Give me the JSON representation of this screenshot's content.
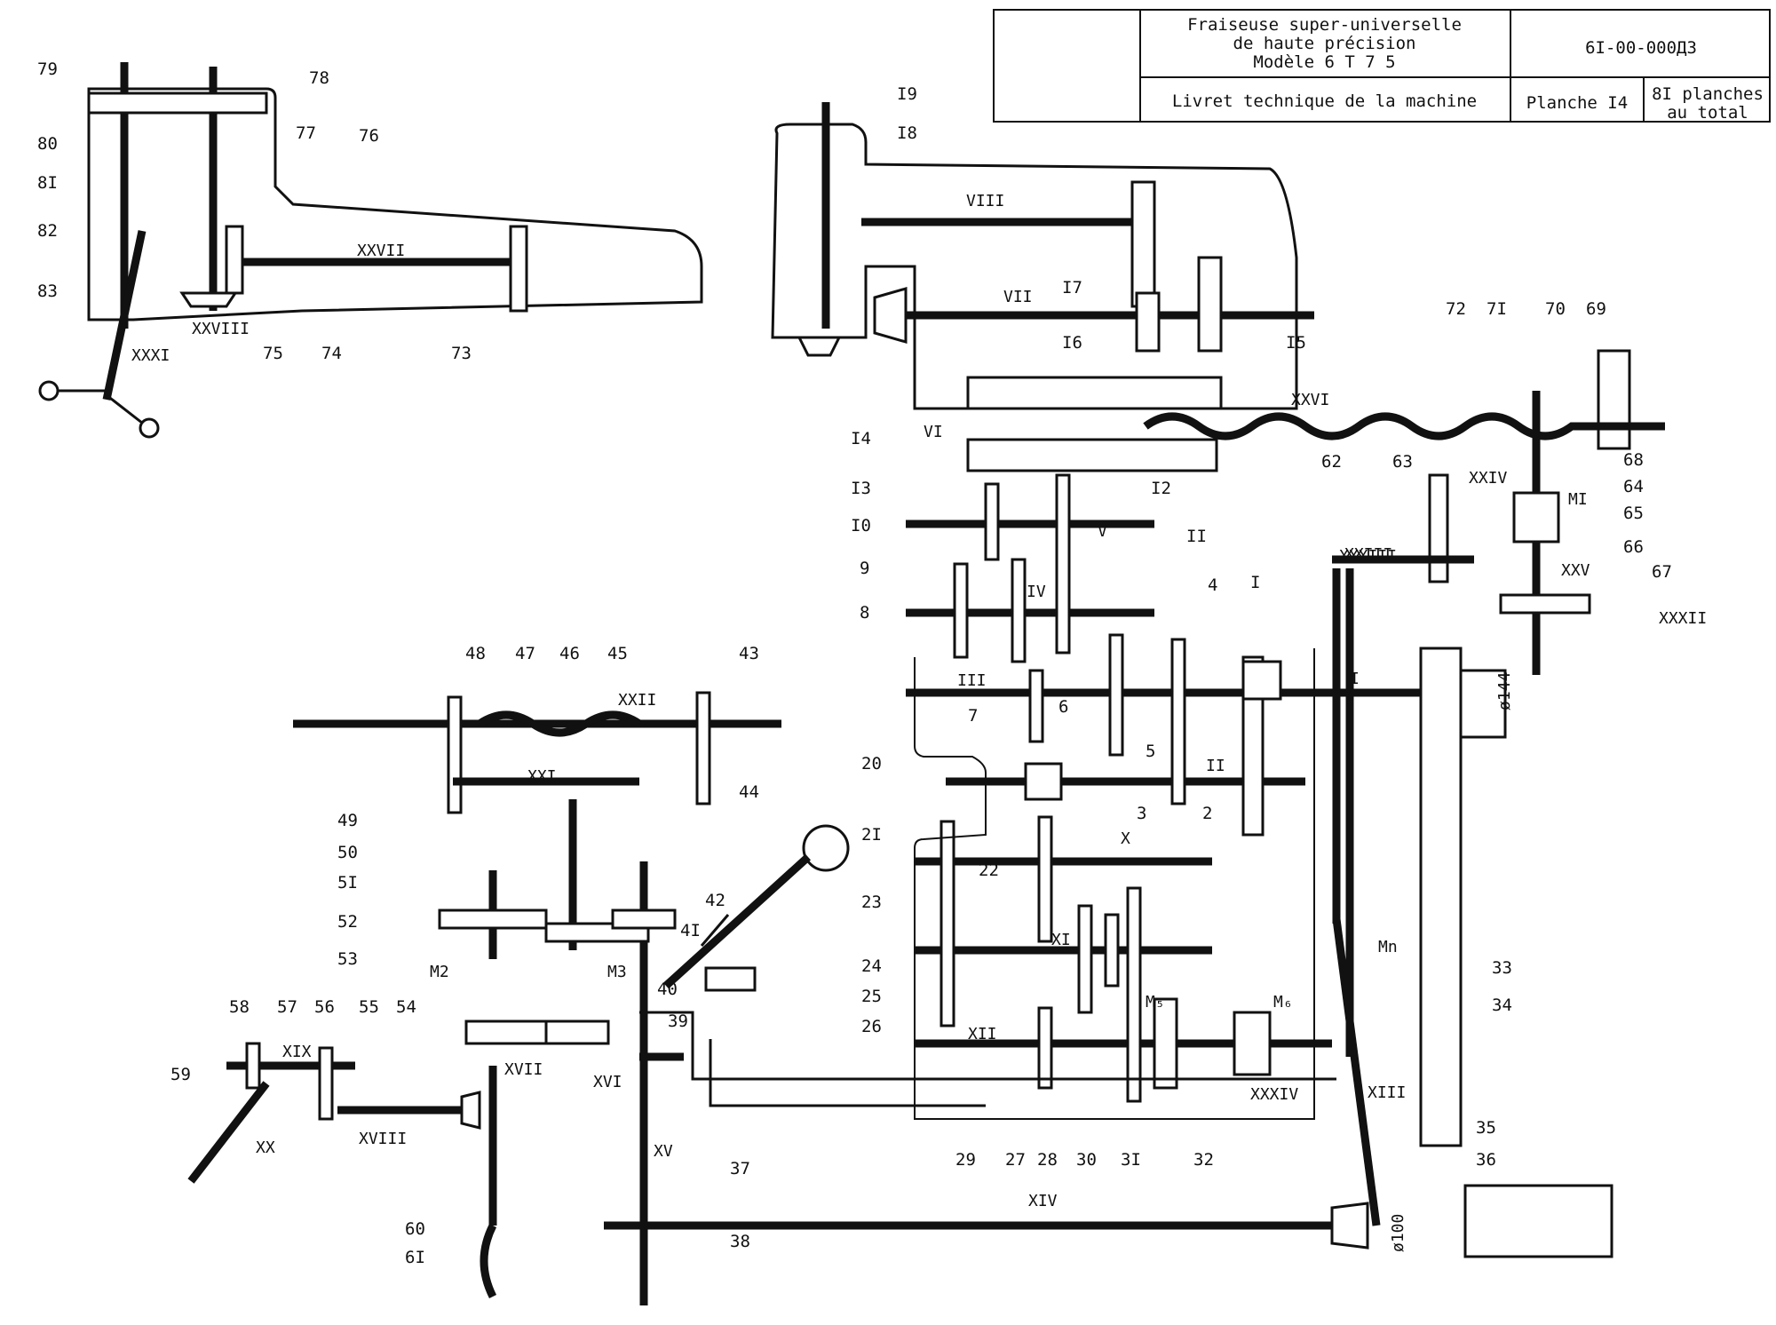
{
  "title_block": {
    "machine_line1": "Fraiseuse super-universelle",
    "machine_line2": "de haute précision",
    "machine_line3": "Modèle 6 T 7 5",
    "document": "Livret technique de la machine",
    "drawing_number": "6I-00-000Д3",
    "sheet": "Planche I4",
    "total_line1": "8I planches",
    "total_line2": "au total"
  },
  "callouts": [
    "79",
    "78",
    "80",
    "77",
    "76",
    "8I",
    "82",
    "83",
    "75",
    "74",
    "73",
    "I9",
    "I8",
    "I7",
    "I6",
    "I5",
    "72",
    "7I",
    "70",
    "69",
    "68",
    "64",
    "65",
    "66",
    "67",
    "62",
    "63",
    "I4",
    "I3",
    "I2",
    "I0",
    "II",
    "9",
    "4",
    "8",
    "6",
    "7",
    "5",
    "I",
    "3",
    "2",
    "20",
    "2I",
    "22",
    "23",
    "24",
    "25",
    "26",
    "29",
    "27",
    "28",
    "30",
    "3I",
    "32",
    "33",
    "34",
    "35",
    "36",
    "48",
    "47",
    "46",
    "45",
    "43",
    "44",
    "49",
    "50",
    "5I",
    "52",
    "4I",
    "42",
    "53",
    "40",
    "39",
    "58",
    "57",
    "56",
    "55",
    "54",
    "59",
    "60",
    "6I",
    "37",
    "38"
  ],
  "shafts": [
    "I",
    "II",
    "III",
    "IV",
    "V",
    "VI",
    "VII",
    "VIII",
    "X",
    "XI",
    "XII",
    "XIII",
    "XIV",
    "XV",
    "XVI",
    "XVII",
    "XVIII",
    "XIX",
    "XX",
    "XXI",
    "XXII",
    "XXIII",
    "XXIV",
    "XXV",
    "XXVI",
    "XXVII",
    "XXVIII",
    "XXXI",
    "XXXII",
    "XXXIII",
    "XXXIV"
  ],
  "clutches": [
    "MI",
    "M2",
    "M3",
    "Mn",
    "M₅",
    "M₆"
  ],
  "dimensions": [
    "ø144",
    "ø100"
  ]
}
